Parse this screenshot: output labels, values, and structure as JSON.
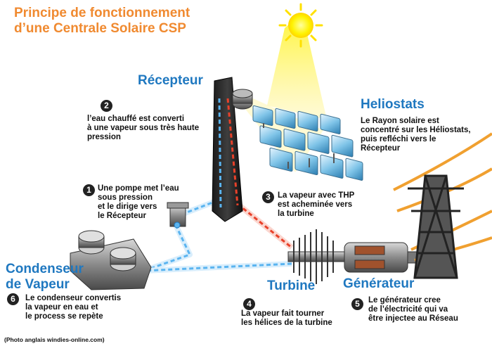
{
  "title": {
    "line1": "Principe de fonctionnement",
    "line2": "d’une Centrale Solaire CSP"
  },
  "labels": {
    "recepteur": "Récepteur",
    "heliostats": "Heliostats",
    "condenseur_line1": "Condenseur",
    "condenseur_line2": "de Vapeur",
    "turbine": "Turbine",
    "generateur": "Générateur"
  },
  "steps": [
    {
      "num": "1",
      "lines": [
        "Une pompe met l’eau",
        "sous pression",
        "et le dirige vers",
        "le Récepteur"
      ]
    },
    {
      "num": "2",
      "lines": [
        "l’eau chauffé est converti",
        "à une vapeur sous très haute",
        "pression"
      ]
    },
    {
      "num": "3",
      "lines": [
        "La vapeur avec THP",
        "est acheminée vers",
        "la turbine"
      ]
    },
    {
      "num": "4",
      "lines": [
        "La vapeur fait tourner",
        "les hélices de la turbine"
      ]
    },
    {
      "num": "5",
      "lines": [
        "Le générateur cree",
        "de l’électricité qui va",
        "être injectee au Réseau"
      ]
    },
    {
      "num": "6",
      "lines": [
        "Le condenseur convertis",
        "la vapeur en eau et",
        "le process se repète"
      ]
    }
  ],
  "heliostats_text": [
    "Le Rayon solaire est",
    "concentré sur les Héliostats,",
    "puis refléchi vers le",
    "Récepteur"
  ],
  "credit": "(Photo anglais windies-online.com)",
  "colors": {
    "title": "#f08a30",
    "label": "#1f78c0",
    "cold_pipe": "#5ab4f0",
    "hot_pipe": "#e8412a",
    "sun": "#fff200",
    "cable": "#f0a030"
  },
  "icons": [
    "sun-icon",
    "receiver-tower-icon",
    "heliostat-mirror-icon",
    "pump-icon",
    "condenser-icon",
    "turbine-icon",
    "generator-icon",
    "pylon-icon"
  ]
}
